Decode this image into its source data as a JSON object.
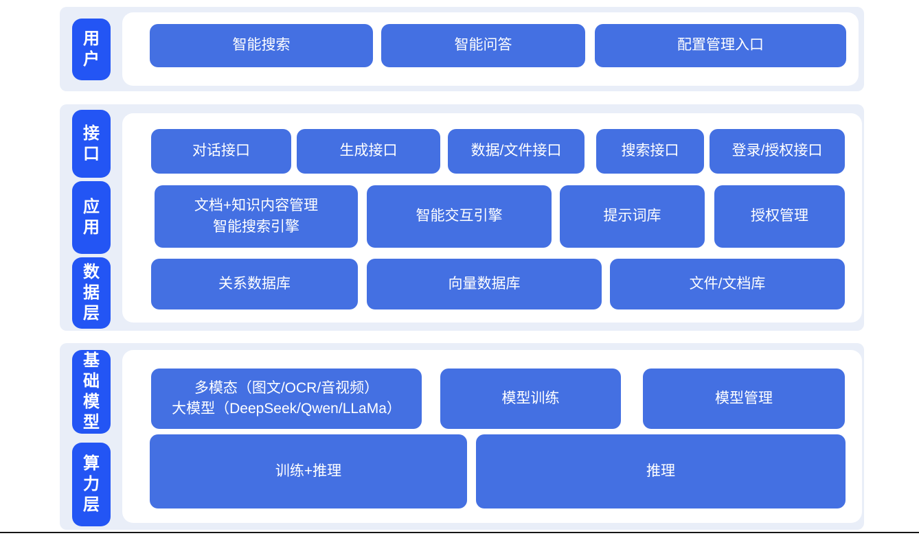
{
  "colors": {
    "band_background": "#e9eef8",
    "panel_background": "#ffffff",
    "layer_pill_blue": "#2355f4",
    "block_blue": "#4470e2",
    "text": "#ffffff"
  },
  "sections": [
    {
      "layers": [
        {
          "label": "用户"
        }
      ],
      "rows": [
        {
          "items": [
            {
              "label": "智能搜索"
            },
            {
              "label": "智能问答"
            },
            {
              "label": "配置管理入口"
            }
          ]
        }
      ]
    },
    {
      "layers": [
        {
          "label": "接口"
        },
        {
          "label": "应用"
        },
        {
          "label": "数据层"
        }
      ],
      "rows": [
        {
          "items": [
            {
              "label": "对话接口"
            },
            {
              "label": "生成接口"
            },
            {
              "label": "数据/文件接口"
            },
            {
              "label": "搜索接口"
            },
            {
              "label": "登录/授权接口"
            }
          ]
        },
        {
          "items": [
            {
              "label": "文档+知识内容管理\n智能搜索引擎"
            },
            {
              "label": "智能交互引擎"
            },
            {
              "label": "提示词库"
            },
            {
              "label": "授权管理"
            }
          ]
        },
        {
          "items": [
            {
              "label": "关系数据库"
            },
            {
              "label": "向量数据库"
            },
            {
              "label": "文件/文档库"
            }
          ]
        }
      ]
    },
    {
      "layers": [
        {
          "label": "基础模型"
        },
        {
          "label": "算力层"
        }
      ],
      "rows": [
        {
          "items": [
            {
              "label": "多模态（图文/OCR/音视频）\n大模型（DeepSeek/Qwen/LLaMa）"
            },
            {
              "label": "模型训练"
            },
            {
              "label": "模型管理"
            }
          ]
        },
        {
          "items": [
            {
              "label": "训练+推理"
            },
            {
              "label": "推理"
            }
          ]
        }
      ]
    }
  ]
}
